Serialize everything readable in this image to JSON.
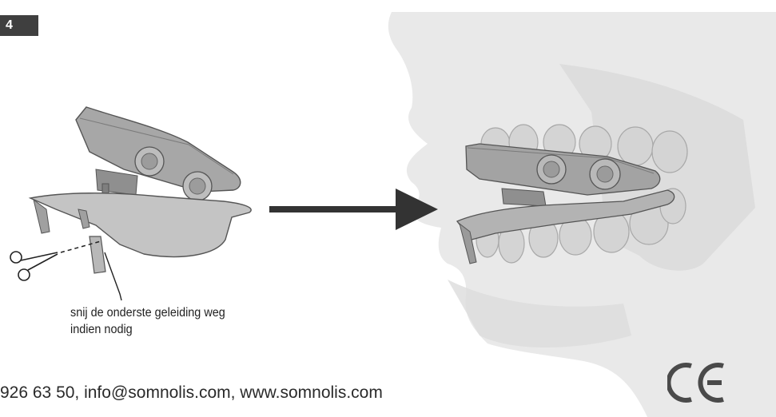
{
  "step": {
    "number": "4"
  },
  "caption": {
    "line1": "snij de onderste geleiding weg",
    "line2": "indien nodig"
  },
  "footer": {
    "contact": "926 63 50, info@somnolis.com, www.somnolis.com"
  },
  "marks": {
    "conformity": "CE"
  },
  "colors": {
    "badge": "#3f3f3f",
    "device_grey": "#9a9a9a",
    "face_shade": "#e6e6e6",
    "arrow": "#333333"
  }
}
